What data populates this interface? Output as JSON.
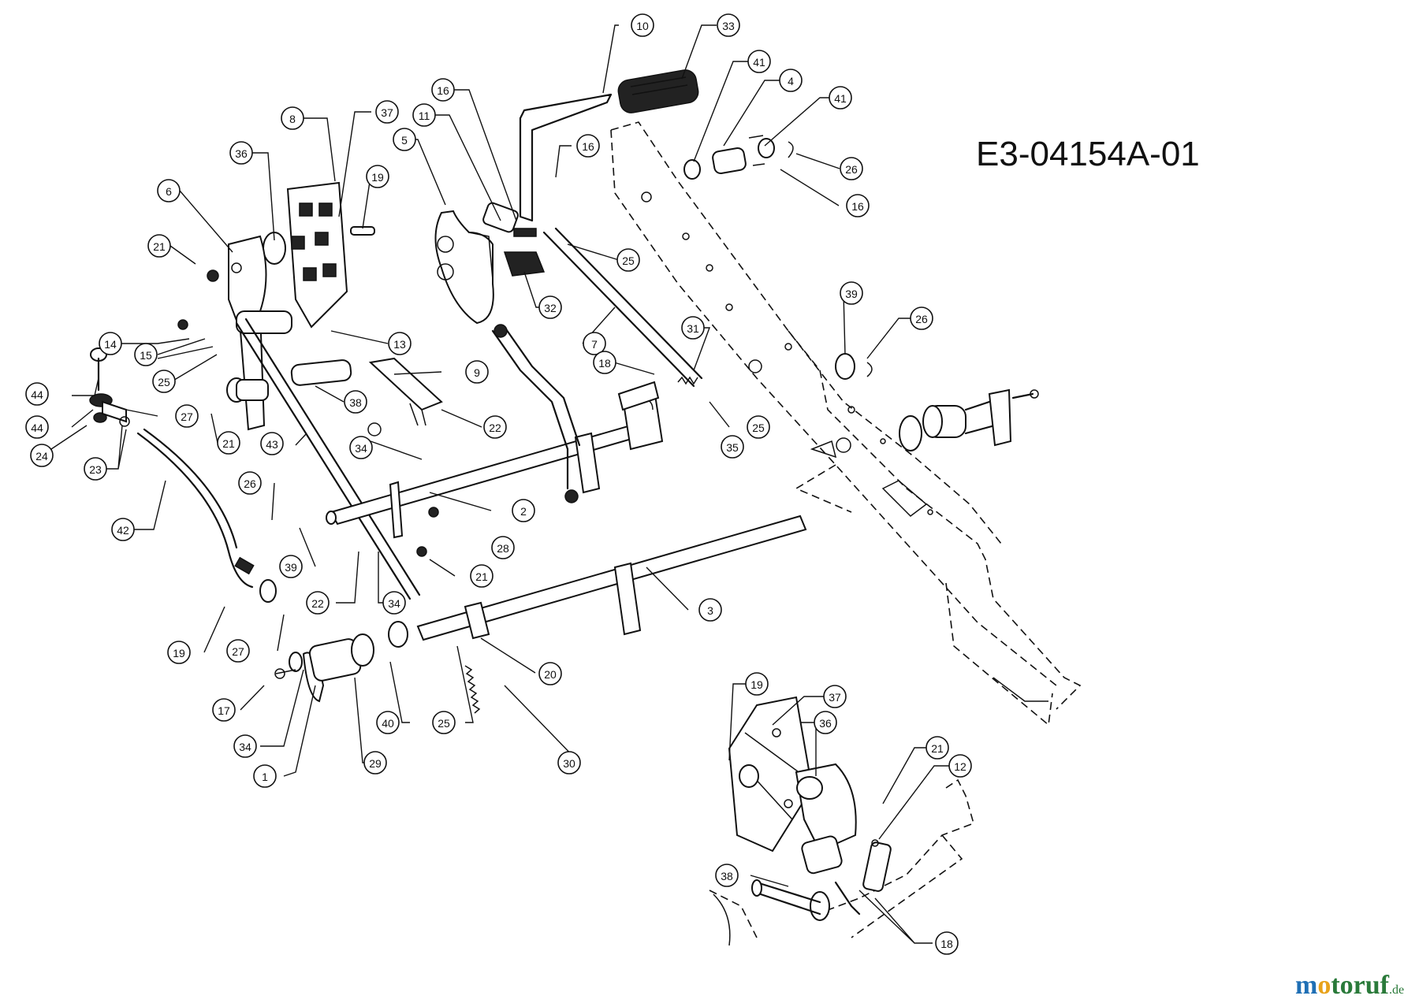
{
  "diagram_code": "E3-04154A-01",
  "watermark": {
    "brand": "motoruf",
    "suffix": ".de",
    "colors": {
      "m": "#1f6fb5",
      "o": "#e8a21a",
      "rest": "#2a7a3a"
    }
  },
  "callouts": [
    {
      "label": "10"
    },
    {
      "label": "33"
    },
    {
      "label": "41"
    },
    {
      "label": "4"
    },
    {
      "label": "41"
    },
    {
      "label": "26"
    },
    {
      "label": "16"
    },
    {
      "label": "16"
    },
    {
      "label": "16"
    },
    {
      "label": "11"
    },
    {
      "label": "5"
    },
    {
      "label": "37"
    },
    {
      "label": "8"
    },
    {
      "label": "36"
    },
    {
      "label": "19"
    },
    {
      "label": "6"
    },
    {
      "label": "21"
    },
    {
      "label": "25"
    },
    {
      "label": "32"
    },
    {
      "label": "39"
    },
    {
      "label": "26"
    },
    {
      "label": "13"
    },
    {
      "label": "7"
    },
    {
      "label": "31"
    },
    {
      "label": "14"
    },
    {
      "label": "15"
    },
    {
      "label": "25"
    },
    {
      "label": "9"
    },
    {
      "label": "18"
    },
    {
      "label": "44"
    },
    {
      "label": "38"
    },
    {
      "label": "22"
    },
    {
      "label": "25"
    },
    {
      "label": "44"
    },
    {
      "label": "27"
    },
    {
      "label": "21"
    },
    {
      "label": "24"
    },
    {
      "label": "34"
    },
    {
      "label": "35"
    },
    {
      "label": "43"
    },
    {
      "label": "23"
    },
    {
      "label": "2"
    },
    {
      "label": "26"
    },
    {
      "label": "28"
    },
    {
      "label": "42"
    },
    {
      "label": "39"
    },
    {
      "label": "21"
    },
    {
      "label": "3"
    },
    {
      "label": "22"
    },
    {
      "label": "34"
    },
    {
      "label": "19"
    },
    {
      "label": "27"
    },
    {
      "label": "20"
    },
    {
      "label": "17"
    },
    {
      "label": "25"
    },
    {
      "label": "40"
    },
    {
      "label": "34"
    },
    {
      "label": "30"
    },
    {
      "label": "1"
    },
    {
      "label": "29"
    },
    {
      "label": "19"
    },
    {
      "label": "37"
    },
    {
      "label": "36"
    },
    {
      "label": "21"
    },
    {
      "label": "12"
    },
    {
      "label": "38"
    },
    {
      "label": "18"
    }
  ]
}
